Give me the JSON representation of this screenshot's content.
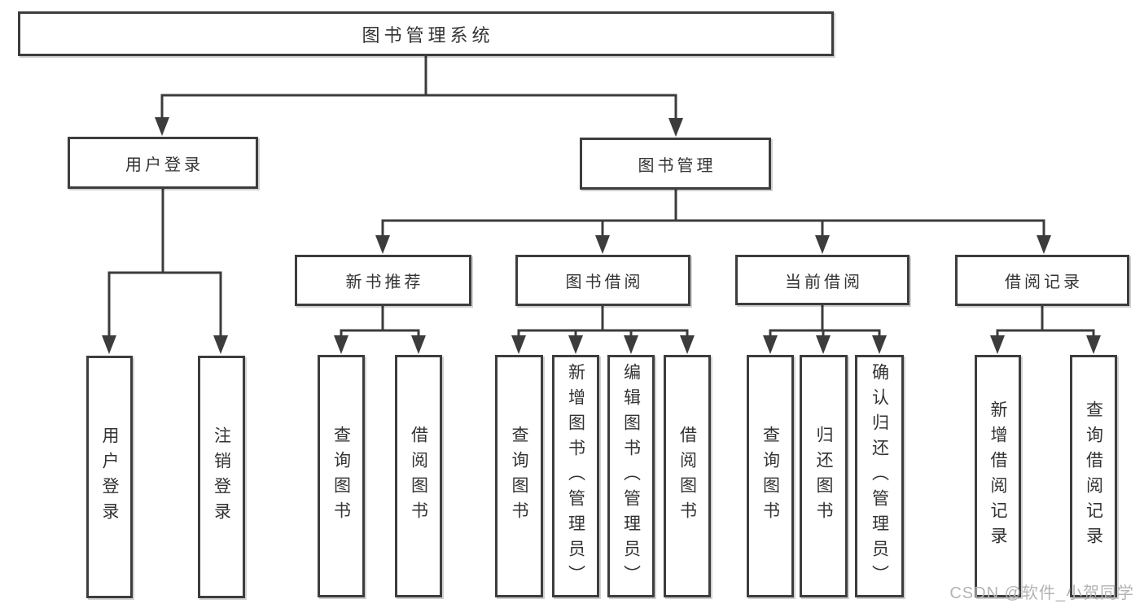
{
  "diagram": {
    "title": "图书管理系统",
    "nodes": {
      "root": "图书管理系统",
      "user_login": "用户登录",
      "book_mgmt": "图书管理",
      "new_book_rec": "新书推荐",
      "book_borrow": "图书借阅",
      "current_borrow": "当前借阅",
      "borrow_record": "借阅记录",
      "ul_user_login": "用户登录",
      "ul_logout": "注销登录",
      "nb_query_book": "查询图书",
      "nb_borrow_book": "借阅图书",
      "bb_query_book": "查询图书",
      "bb_add_book": "新增图书（管理员）",
      "bb_edit_book": "编辑图书（管理员）",
      "bb_borrow_book": "借阅图书",
      "cb_query_book": "查询图书",
      "cb_return_book": "归还图书",
      "cb_confirm_return": "确认归还（管理员）",
      "br_add_record": "新增借阅记录",
      "br_query_record": "查询借阅记录"
    },
    "hierarchy": {
      "图书管理系统": {
        "用户登录": [
          "用户登录",
          "注销登录"
        ],
        "图书管理": {
          "新书推荐": [
            "查询图书",
            "借阅图书"
          ],
          "图书借阅": [
            "查询图书",
            "新增图书（管理员）",
            "编辑图书（管理员）",
            "借阅图书"
          ],
          "当前借阅": [
            "查询图书",
            "归还图书",
            "确认归还（管理员）"
          ],
          "借阅记录": [
            "新增借阅记录",
            "查询借阅记录"
          ]
        }
      }
    },
    "colors": {
      "line": "#3c3c3c",
      "text": "#333333",
      "box_background": "#ffffff",
      "watermark": "#b3b3b3"
    }
  },
  "watermark": {
    "text": "CSDN @软件_小贺同学"
  }
}
